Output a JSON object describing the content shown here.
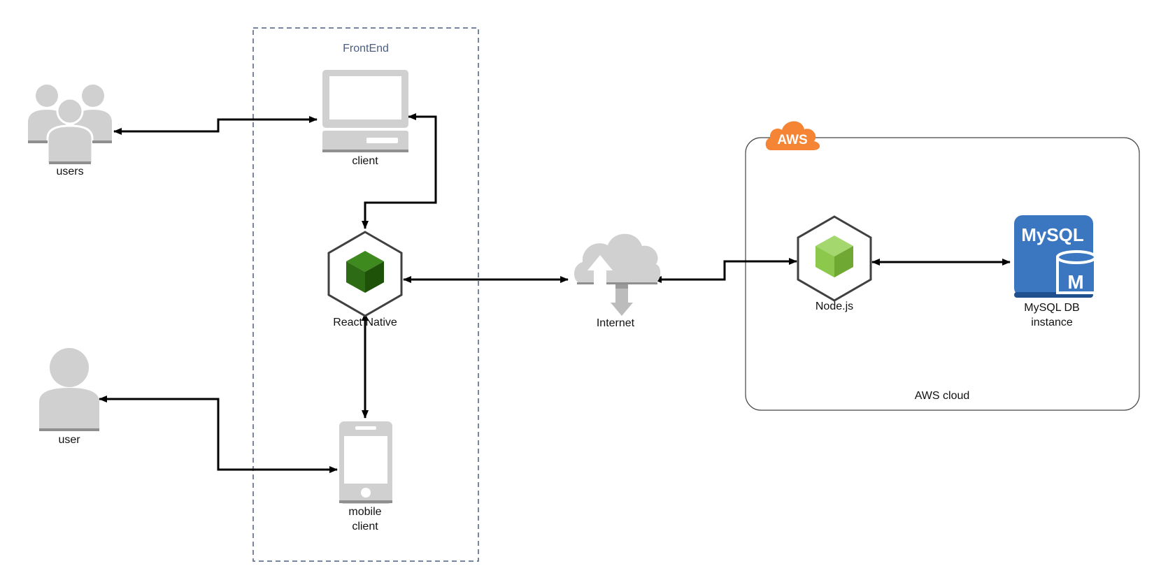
{
  "groups": {
    "frontend": {
      "label": "FrontEnd"
    },
    "aws": {
      "badge": "AWS",
      "label": "AWS cloud"
    }
  },
  "nodes": {
    "users": {
      "label": "users",
      "icon": "users-group-icon"
    },
    "user": {
      "label": "user",
      "icon": "user-icon"
    },
    "client": {
      "label": "client",
      "icon": "desktop-computer-icon"
    },
    "react_native": {
      "label": "React Native",
      "icon": "react-native-cube-icon"
    },
    "mobile_client": {
      "label_line1": "mobile",
      "label_line2": "client",
      "icon": "mobile-phone-icon"
    },
    "internet": {
      "label": "Internet",
      "icon": "internet-cloud-icon"
    },
    "nodejs": {
      "label": "Node.js",
      "icon": "nodejs-cube-icon"
    },
    "mysql": {
      "label_line1": "MySQL DB",
      "label_line2": "instance",
      "logo_text": "MySQL",
      "db_letter": "M",
      "icon": "mysql-db-icon"
    }
  },
  "edges": [
    {
      "from": "client",
      "to": "users",
      "bidirectional": true
    },
    {
      "from": "client",
      "to": "react_native",
      "bidirectional": true
    },
    {
      "from": "react_native",
      "to": "internet",
      "bidirectional": true
    },
    {
      "from": "react_native",
      "to": "mobile_client",
      "bidirectional": true
    },
    {
      "from": "mobile_client",
      "to": "user",
      "bidirectional": true
    },
    {
      "from": "internet",
      "to": "nodejs",
      "bidirectional": true
    },
    {
      "from": "nodejs",
      "to": "mysql",
      "bidirectional": true
    }
  ],
  "colors": {
    "icon_gray": "#d0d0d0",
    "icon_gray_dark": "#8f8f8f",
    "frontend_border": "#4a5d80",
    "react_cube": "#2d6b14",
    "node_cube": "#8cc84b",
    "aws_orange": "#f58534",
    "mysql_blue": "#3a77c0"
  }
}
